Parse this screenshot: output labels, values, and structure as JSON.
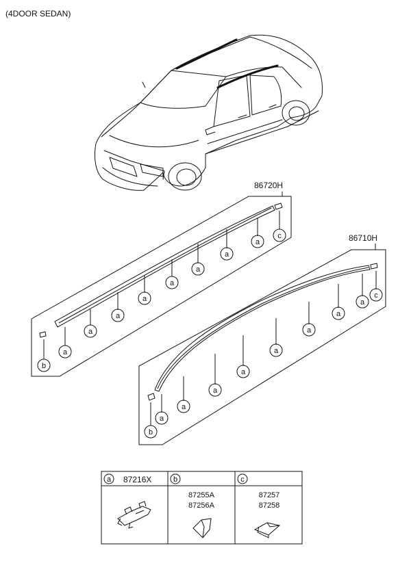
{
  "header": {
    "title": "(4DOOR SEDAN)"
  },
  "parts": {
    "upper_assembly": "86720H",
    "lower_assembly": "86710H"
  },
  "legend": {
    "a": {
      "letter": "a",
      "codes": [
        "87216X"
      ]
    },
    "b": {
      "letter": "b",
      "codes": [
        "87255A",
        "87256A"
      ]
    },
    "c": {
      "letter": "c",
      "codes": [
        "87257",
        "87258"
      ]
    }
  },
  "callouts": {
    "a": "a",
    "b": "b",
    "c": "c"
  },
  "colors": {
    "line": "#111111",
    "background": "#ffffff"
  }
}
